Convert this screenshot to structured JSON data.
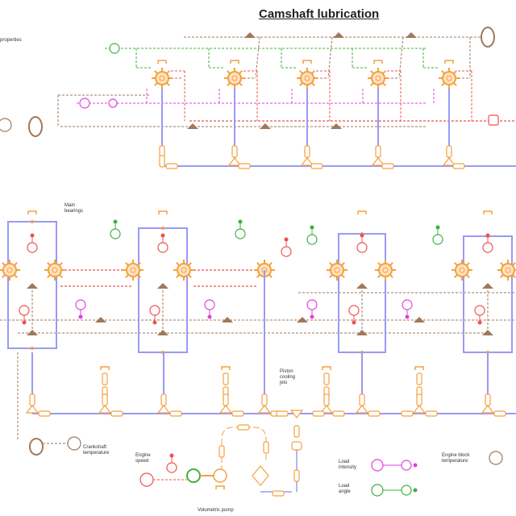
{
  "title": "Camshaft lubrication",
  "labels": {
    "properties": "properties",
    "main_bearings": "Main bearings",
    "piston_cooling": "Piston cooling jets",
    "crankshaft_temp": "Crankshaft temperature",
    "engine_speed": "Engine speed",
    "volumetric_pump": "Volumetric pump",
    "load_intensity": "Load intensity",
    "load_angle": "Load angle",
    "engine_block_temp": "Engine block temperature"
  },
  "colors": {
    "hydraulic": "#9a9af5",
    "component": "#f5a040",
    "thermal": "#a0785a",
    "mechanical": "#f05050",
    "load": "#e040e0",
    "angle": "#40b040"
  }
}
